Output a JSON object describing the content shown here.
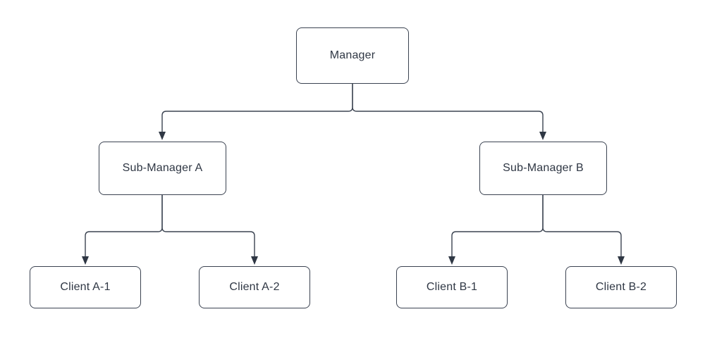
{
  "diagram": {
    "type": "tree",
    "colors": {
      "node_fill": "#ffffff",
      "node_stroke": "#3b4351",
      "text": "#2f3744",
      "background": "#ffffff"
    },
    "nodes": {
      "manager": {
        "label": "Manager"
      },
      "sub_a": {
        "label": "Sub-Manager A"
      },
      "sub_b": {
        "label": "Sub-Manager B"
      },
      "client_a1": {
        "label": "Client A-1"
      },
      "client_a2": {
        "label": "Client A-2"
      },
      "client_b1": {
        "label": "Client B-1"
      },
      "client_b2": {
        "label": "Client B-2"
      }
    },
    "edges": [
      {
        "from": "Manager",
        "to": "Sub-Manager A"
      },
      {
        "from": "Manager",
        "to": "Sub-Manager B"
      },
      {
        "from": "Sub-Manager A",
        "to": "Client A-1"
      },
      {
        "from": "Sub-Manager A",
        "to": "Client A-2"
      },
      {
        "from": "Sub-Manager B",
        "to": "Client B-1"
      },
      {
        "from": "Sub-Manager B",
        "to": "Client B-2"
      }
    ]
  }
}
